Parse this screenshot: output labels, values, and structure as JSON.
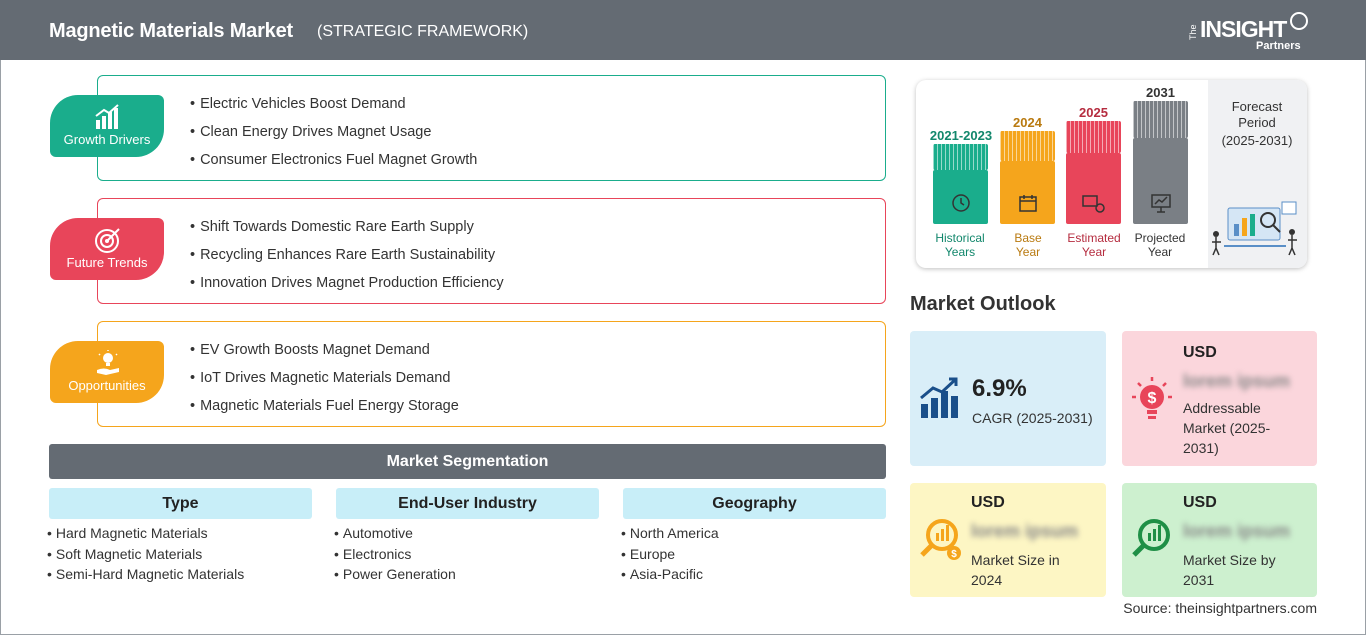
{
  "header": {
    "title": "Magnetic Materials Market",
    "subtitle": "(STRATEGIC FRAMEWORK)",
    "logo": {
      "the": "The",
      "brand": "INSIGHT",
      "partners": "Partners"
    }
  },
  "cards": [
    {
      "label": "Growth Drivers",
      "color": "#1aad8c",
      "items": [
        "Electric Vehicles Boost Demand",
        "Clean Energy Drives Magnet Usage",
        "Consumer Electronics Fuel Magnet Growth"
      ]
    },
    {
      "label": "Future Trends",
      "color": "#e8455a",
      "items": [
        "Shift Towards Domestic Rare Earth Supply",
        "Recycling Enhances Rare Earth Sustainability",
        "Innovation Drives Magnet Production Efficiency"
      ]
    },
    {
      "label": "Opportunities",
      "color": "#f5a51c",
      "items": [
        "EV Growth Boosts Magnet Demand",
        "IoT Drives Magnetic Materials Demand",
        "Magnetic Materials Fuel Energy Storage"
      ]
    }
  ],
  "segmentation": {
    "title": "Market Segmentation",
    "columns": [
      {
        "heading": "Type",
        "items": [
          "Hard Magnetic Materials",
          "Soft Magnetic Materials",
          "Semi-Hard Magnetic Materials"
        ]
      },
      {
        "heading": "End-User Industry",
        "items": [
          "Automotive",
          "Electronics",
          "Power Generation"
        ]
      },
      {
        "heading": "Geography",
        "items": [
          "North America",
          "Europe",
          "Asia-Pacific"
        ]
      }
    ]
  },
  "timeline": {
    "bars": [
      {
        "year": "2021-2023",
        "label1": "Historical",
        "label2": "Years",
        "color": "#1aad8c",
        "dark": "#12876c"
      },
      {
        "year": "2024",
        "label1": "Base",
        "label2": "Year",
        "color": "#f5a51c",
        "dark": "#b97a10"
      },
      {
        "year": "2025",
        "label1": "Estimated",
        "label2": "Year",
        "color": "#e8455a",
        "dark": "#b52c3f"
      },
      {
        "year": "2031",
        "label1": "Projected",
        "label2": "Year",
        "color": "#7a7f85",
        "dark": "#333333"
      }
    ],
    "forecast": {
      "line1": "Forecast",
      "line2": "Period",
      "line3": "(2025-2031)"
    }
  },
  "outlook": {
    "title": "Market Outlook",
    "cagr": {
      "value": "6.9%",
      "label": "CAGR (2025-2031)",
      "bg": "#d9eef8"
    },
    "addressable": {
      "usd": "USD",
      "value": "lorem ipsum",
      "label1": "Addressable",
      "label2": "Market (2025-",
      "label3": "2031)",
      "bg": "#fbd6dc"
    },
    "size2024": {
      "usd": "USD",
      "value": "lorem ipsum",
      "label1": "Market Size in",
      "label2": "2024",
      "bg": "#fdf6c4"
    },
    "size2031": {
      "usd": "USD",
      "value": "lorem ipsum",
      "label1": "Market Size by",
      "label2": "2031",
      "bg": "#cdf0cf"
    }
  },
  "source": "Source: theinsightpartners.com"
}
